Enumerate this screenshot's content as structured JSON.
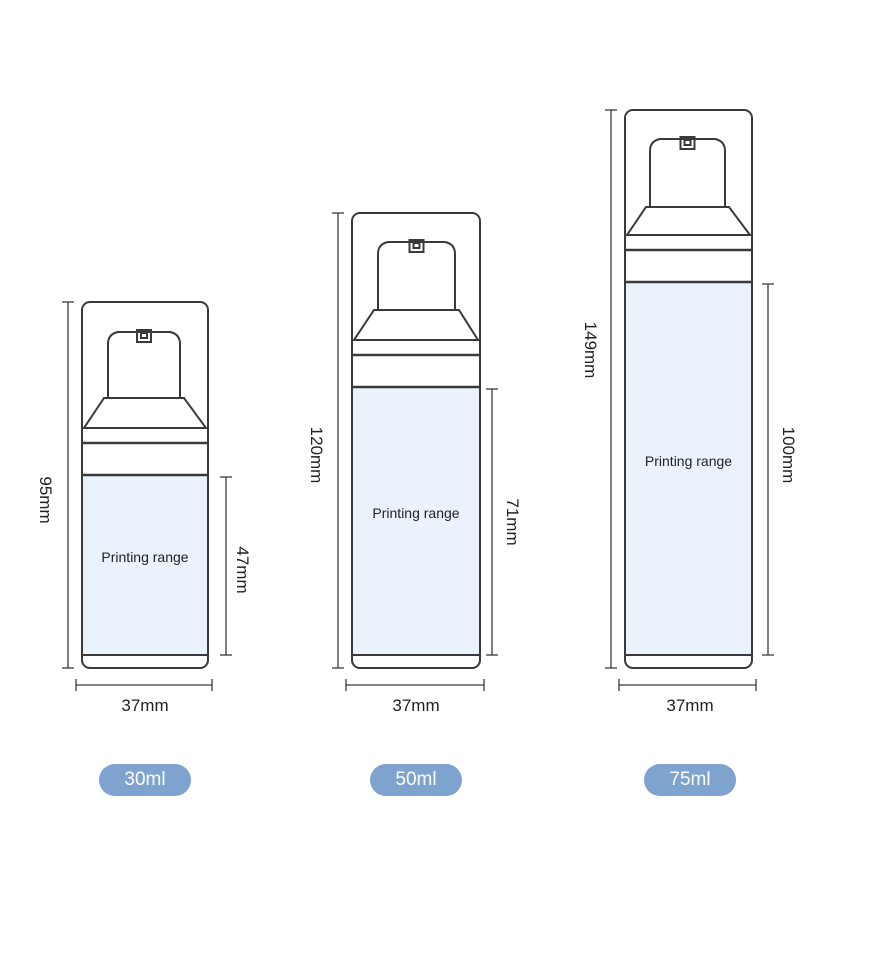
{
  "colors": {
    "outline": "#3a3a3a",
    "print_fill": "#eaf3fc",
    "pill": "#7fa3cf"
  },
  "bottles": [
    {
      "capacity": "30ml",
      "total_height": "95mm",
      "print_height": "47mm",
      "width": "37mm",
      "print_label": "Printing range"
    },
    {
      "capacity": "50ml",
      "total_height": "120mm",
      "print_height": "71mm",
      "width": "37mm",
      "print_label": "Printing range"
    },
    {
      "capacity": "75ml",
      "total_height": "149mm",
      "print_height": "100mm",
      "width": "37mm",
      "print_label": "Printing range"
    }
  ]
}
